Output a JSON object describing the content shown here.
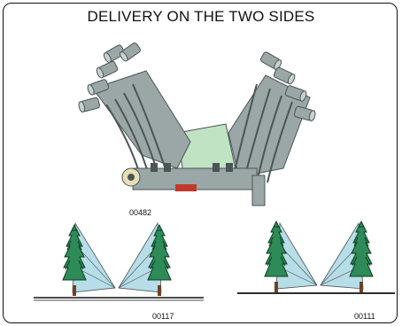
{
  "title": "DELIVERY ON THE TWO SIDES",
  "figure_main": {
    "ref": "00482"
  },
  "figure_left": {
    "ref": "00117"
  },
  "figure_right": {
    "ref": "00111"
  },
  "colors": {
    "tree": "#2e8b57",
    "tree_dark": "#0b3d24",
    "trunk": "#6b4226",
    "spray": "#b7dde8",
    "machine": "#9aa7a6",
    "machine_dark": "#4a5554",
    "tank": "#bfe3c3",
    "accent_red": "#c0392b",
    "ground": "#111111"
  }
}
